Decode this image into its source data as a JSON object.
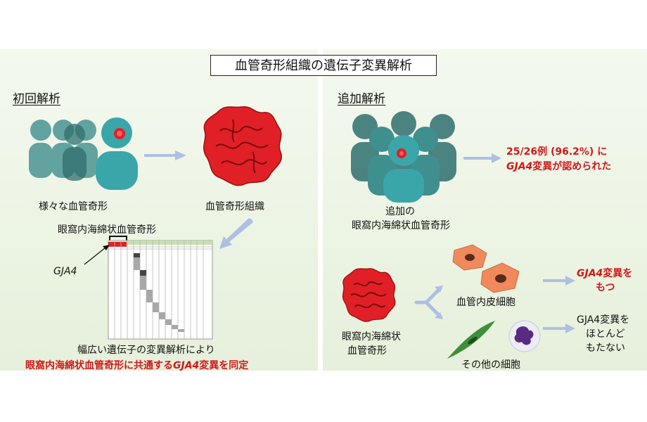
{
  "title": "血管奇形組織の遺伝子変異解析",
  "left": {
    "heading": "初回解析",
    "people_label": "様々な血管奇形",
    "tissue_label": "血管奇形組織",
    "matrix_label": "眼窩内海綿状血管奇形",
    "gene_label": "GJA4",
    "caption_line1": "幅広い遺伝子の変異解析により",
    "conclusion": {
      "part1": "眼窩内海綿状血管奇形に共通する",
      "gene": "GJA4",
      "part2": "変異を同定"
    }
  },
  "right": {
    "heading": "追加解析",
    "people_label_line1": "追加の",
    "people_label_line2": "眼窩内海綿状血管奇形",
    "result_line1": "25/26例 (96.2%) に",
    "result_line2_gene": "GJA4",
    "result_line2_rest": "変異が認められた",
    "tissue_label_line1": "眼窩内海綿状",
    "tissue_label_line2": "血管奇形",
    "endothelial_label": "血管内皮細胞",
    "endothelial_result_gene": "GJA4",
    "endothelial_result_rest": "変異を",
    "endothelial_result_line2": "もつ",
    "other_label": "その他の細胞",
    "other_result_line1": "GJA4変異を",
    "other_result_line2": "ほとんど",
    "other_result_line3": "もたない"
  },
  "colors": {
    "person_teal": "#3aa6a9",
    "person_dark": "#2f6f6e",
    "tissue_red": "#e02026",
    "highlight_red": "#d11818",
    "arrow_blue": "#aebfe4"
  }
}
